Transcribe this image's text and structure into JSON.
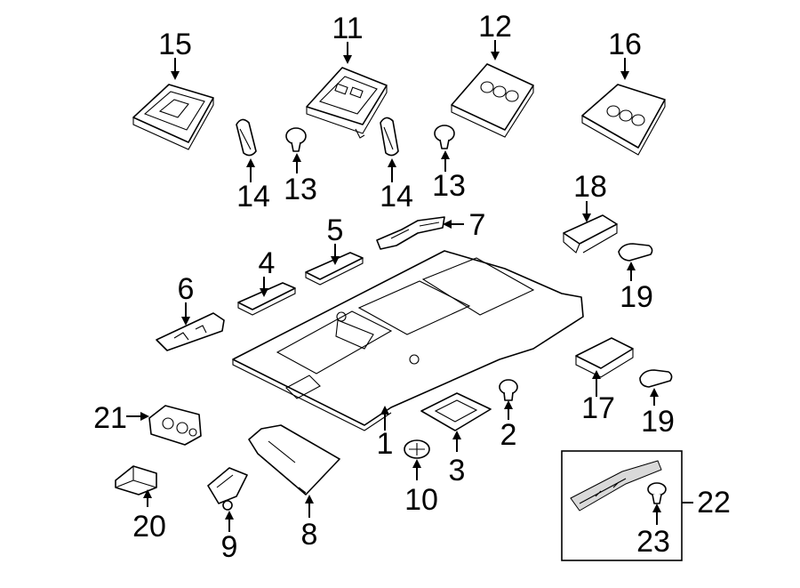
{
  "callouts": {
    "c1": "1",
    "c2": "2",
    "c3": "3",
    "c4": "4",
    "c5": "5",
    "c6": "6",
    "c7": "7",
    "c8": "8",
    "c9": "9",
    "c10": "10",
    "c11": "11",
    "c12": "12",
    "c13a": "13",
    "c13b": "13",
    "c14a": "14",
    "c14b": "14",
    "c15": "15",
    "c16": "16",
    "c17": "17",
    "c18": "18",
    "c19a": "19",
    "c19b": "19",
    "c20": "20",
    "c21": "21",
    "c22": "22",
    "c23": "23"
  },
  "colors": {
    "line": "#000000",
    "background": "#ffffff",
    "shading": "#d9d9d9"
  }
}
